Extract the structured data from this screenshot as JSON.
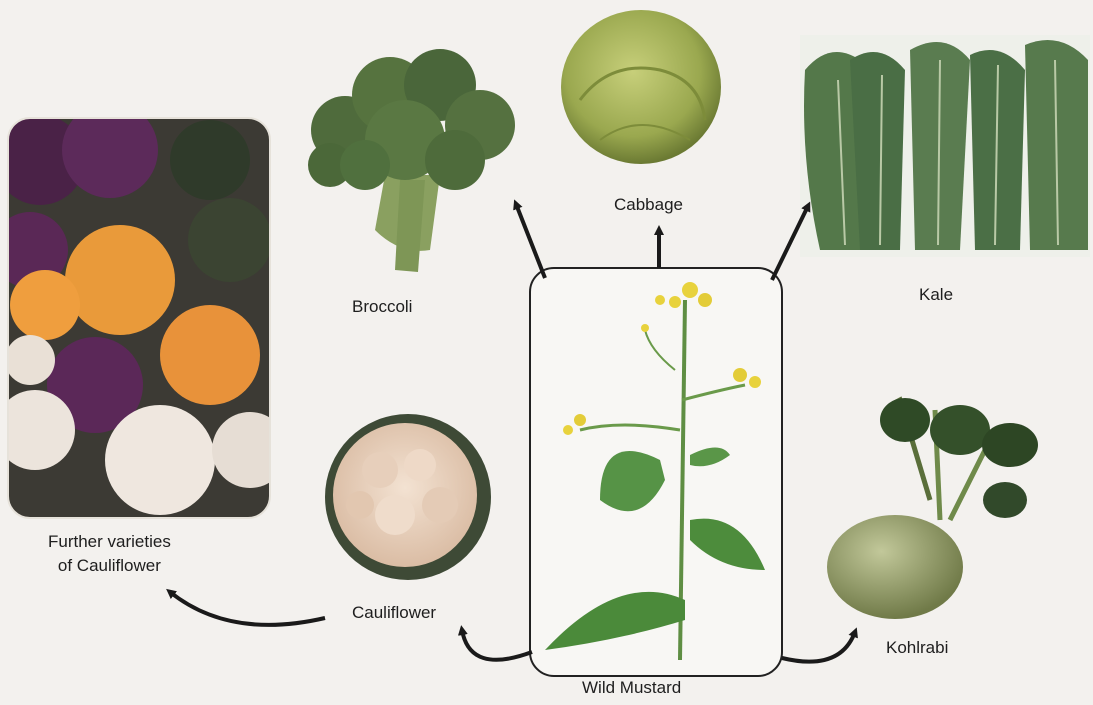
{
  "labels": {
    "broccoli": "Broccoli",
    "cabbage": "Cabbage",
    "kale": "Kale",
    "cauliflower": "Cauliflower",
    "further_varieties_line1": "Further varieties",
    "further_varieties_line2": "of Cauliflower",
    "kohlrabi": "Kohlrabi",
    "wild_mustard": "Wild Mustard"
  },
  "colors": {
    "arrow": "#1a1a1a",
    "broccoli_green": "#4f6b3c",
    "cabbage_green": "#9fae55",
    "kale_green": "#4e7147",
    "cauliflower_cream": "#ead3bf",
    "orange_cauliflower": "#e99a3a",
    "purple_cauliflower": "#5c2a5a",
    "kohlrabi_green": "#96a06c",
    "mustard_flower": "#e8d23c",
    "mustard_leaf": "#4b8a3a"
  },
  "icons": [
    "broccoli-image",
    "cabbage-image",
    "kale-image",
    "cauliflower-image",
    "cauliflower-varieties-image",
    "kohlrabi-image",
    "wild-mustard-image"
  ]
}
